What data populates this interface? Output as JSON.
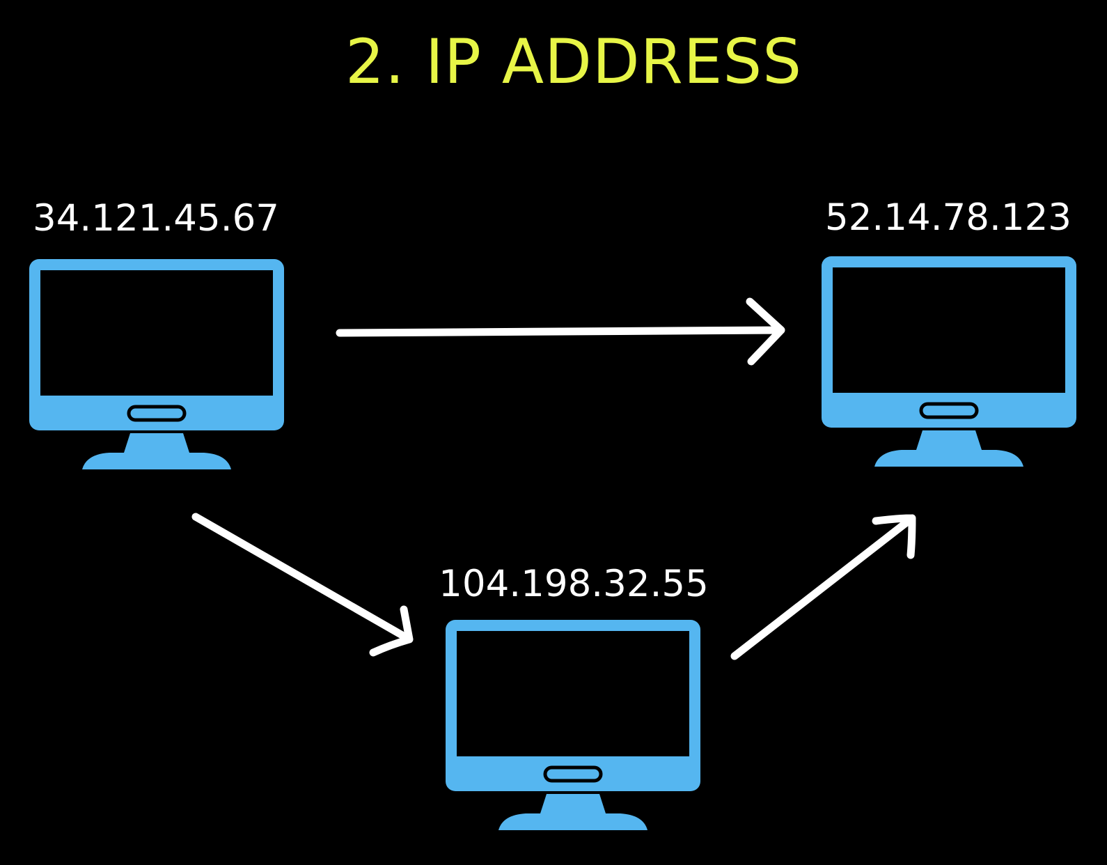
{
  "title": "2. IP ADDRESS",
  "computers": [
    {
      "id": "computer-left",
      "ip": "34.121.45.67"
    },
    {
      "id": "computer-right",
      "ip": "52.14.78.123"
    },
    {
      "id": "computer-bottom",
      "ip": "104.198.32.55"
    }
  ],
  "connections": [
    {
      "from": "computer-left",
      "to": "computer-right"
    },
    {
      "from": "computer-left",
      "to": "computer-bottom"
    },
    {
      "from": "computer-bottom",
      "to": "computer-right"
    }
  ],
  "colors": {
    "background": "#000000",
    "title": "#e7f547",
    "label": "#ffffff",
    "monitor": "#55b6f0",
    "screen": "#000000",
    "arrow": "#ffffff"
  },
  "icons": {
    "computer": "desktop-monitor-icon",
    "arrow": "arrow-right-icon"
  }
}
